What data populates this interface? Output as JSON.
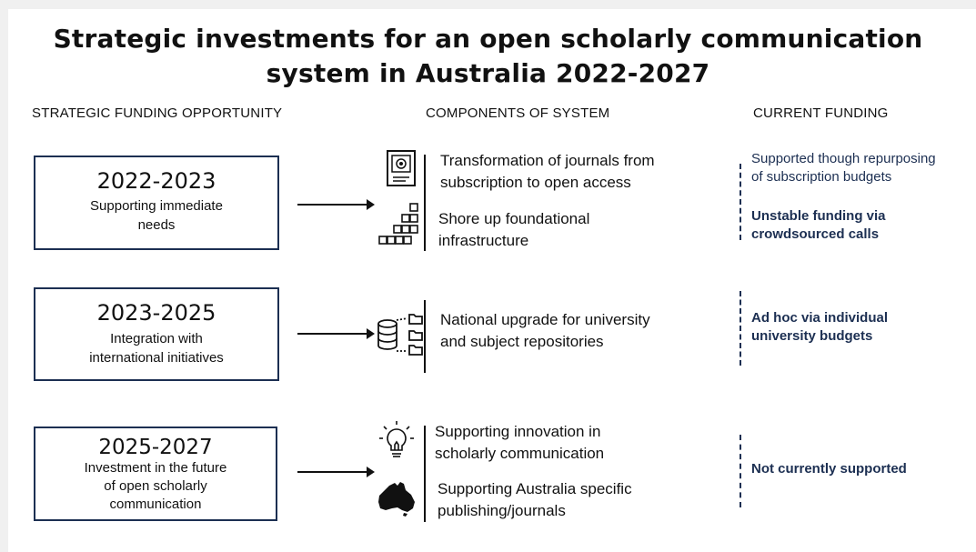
{
  "title": {
    "line1": "Strategic investments for an open scholarly communication",
    "line2": "system in Australia 2022-2027"
  },
  "columns": {
    "opportunity": "STRATEGIC FUNDING OPPORTUNITY",
    "components": "COMPONENTS OF SYSTEM",
    "funding": "CURRENT FUNDING"
  },
  "rows": [
    {
      "period": "2022-2023",
      "description": [
        "Supporting immediate",
        "needs"
      ],
      "components": [
        {
          "icon": "journal-icon",
          "text": [
            "Transformation of journals from",
            "subscription to open access"
          ]
        },
        {
          "icon": "building-blocks-icon",
          "text": [
            "Shore up foundational",
            "infrastructure"
          ]
        }
      ],
      "funding": [
        {
          "text": [
            "Supported though repurposing",
            "of subscription budgets"
          ]
        },
        {
          "text": [
            "Unstable funding via",
            "crowdsourced calls"
          ]
        }
      ]
    },
    {
      "period": "2023-2025",
      "description": [
        "Integration with",
        "international initiatives"
      ],
      "components": [
        {
          "icon": "database-folders-icon",
          "text": [
            "National upgrade for university",
            "and subject repositories"
          ]
        }
      ],
      "funding": [
        {
          "text": [
            "Ad hoc via individual",
            "university budgets"
          ]
        }
      ]
    },
    {
      "period": "2025-2027",
      "description": [
        "Investment in the future",
        "of open scholarly",
        "communication"
      ],
      "components": [
        {
          "icon": "lightbulb-icon",
          "text": [
            "Supporting innovation in",
            "scholarly communication"
          ]
        },
        {
          "icon": "australia-map-icon",
          "text": [
            "Supporting Australia specific",
            "publishing/journals"
          ]
        }
      ],
      "funding": [
        {
          "text": [
            "Not currently supported"
          ]
        }
      ]
    }
  ],
  "colors": {
    "navy": "#1c2f52",
    "text": "#111111",
    "background": "#f0f0f0"
  }
}
